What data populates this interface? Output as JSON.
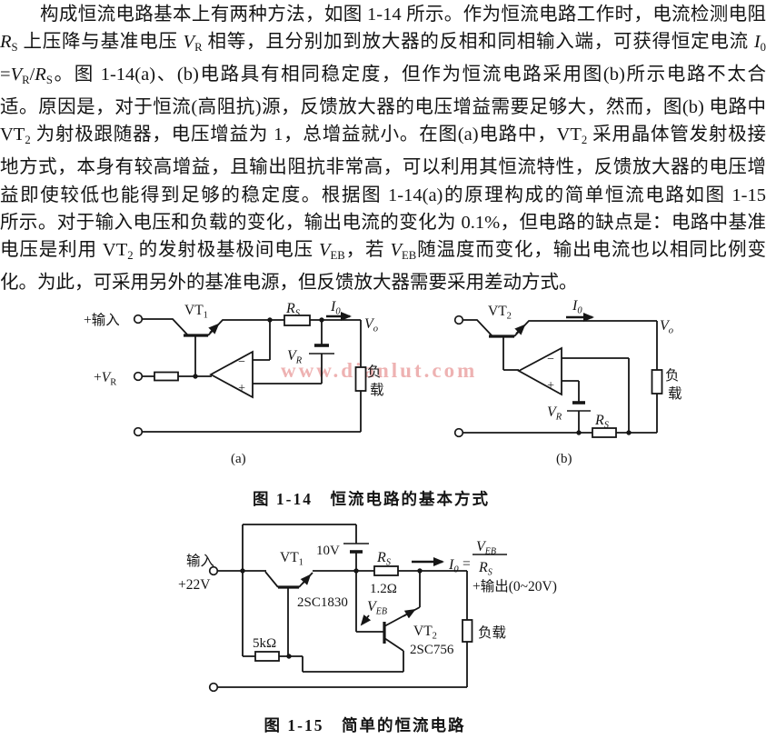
{
  "page": {
    "background": "#ffffff",
    "ink_color": "#161616",
    "watermark": "www.dianlut.com",
    "watermark_color": "#e58a8a"
  },
  "paragraph": {
    "lines": [
      [
        {
          "t": "构成恒流电路基本上有两种方法，如图 1-14 所示。作为恒流电路工作时，电流检测电阻"
        }
      ],
      [
        {
          "t": "R",
          "i": true
        },
        {
          "t": "S",
          "sub": true
        },
        {
          "t": " 上压降与基准电压 "
        },
        {
          "t": "V",
          "i": true
        },
        {
          "t": "R",
          "sub": true
        },
        {
          "t": " 相等，且分别加到放大器的反相和同相输入端，可获得恒定电流 "
        },
        {
          "t": "I",
          "i": true
        },
        {
          "t": "0",
          "sub": true
        }
      ],
      [
        {
          "t": "="
        },
        {
          "t": "V",
          "i": true
        },
        {
          "t": "R",
          "sub": true
        },
        {
          "t": "/"
        },
        {
          "t": "R",
          "i": true
        },
        {
          "t": "S",
          "sub": true
        },
        {
          "t": "。图 1-14(a)、(b)电路具有相同稳定度，但作为恒流电路采用图(b)所示电路不太合"
        }
      ],
      [
        {
          "t": "适。原因是，对于恒流(高阻抗)源，反馈放大器的电压增益需要足够大，然而，图(b) 电路中"
        }
      ],
      [
        {
          "t": "VT"
        },
        {
          "t": "2",
          "sub": true
        },
        {
          "t": " 为射极跟随器，电压增益为 1，总增益就小。在图(a)电路中，VT"
        },
        {
          "t": "2",
          "sub": true
        },
        {
          "t": " 采用晶体管发射极接"
        }
      ],
      [
        {
          "t": "地方式，本身有较高增益，且输出阻抗非常高，可以利用其恒流特性，反馈放大器的电压增"
        }
      ],
      [
        {
          "t": "益即使较低也能得到足够的稳定度。根据图 1-14(a)的原理构成的简单恒流电路如图 1-15"
        }
      ],
      [
        {
          "t": "所示。对于输入电压和负载的变化，输出电流的变化为 0.1%，但电路的缺点是：电路中基准"
        }
      ],
      [
        {
          "t": "电压是利用 VT"
        },
        {
          "t": "2",
          "sub": true
        },
        {
          "t": " 的发射极基极间电压 "
        },
        {
          "t": "V",
          "i": true
        },
        {
          "t": "EB",
          "sub": true
        },
        {
          "t": "，若 "
        },
        {
          "t": "V",
          "i": true
        },
        {
          "t": "EB",
          "sub": true
        },
        {
          "t": "随温度而变化，输出电流也以相同比例变"
        }
      ],
      [
        {
          "t": "化。为此，可采用另外的基准电源，但反馈放大器需要采用差动方式。"
        }
      ]
    ]
  },
  "fig14": {
    "caption": "图 1-14　恒流电路的基本方式",
    "a": {
      "tag": "(a)",
      "input_label": "+输入",
      "vr_input": {
        "prefix": "+",
        "main": "V",
        "sub": "R"
      },
      "vt": {
        "main": "VT",
        "sub": "1"
      },
      "rs": {
        "main": "R",
        "sub": "S"
      },
      "io": {
        "main": "I",
        "sub": "0"
      },
      "vo": {
        "main": "V",
        "sub": "o"
      },
      "vr_bat": {
        "main": "V",
        "sub": "R"
      },
      "opamp_minus": "−",
      "opamp_plus": "+",
      "load_char1": "负",
      "load_char2": "载"
    },
    "b": {
      "tag": "(b)",
      "vt": {
        "main": "VT",
        "sub": "2"
      },
      "io": {
        "main": "I",
        "sub": "0"
      },
      "vo": {
        "main": "V",
        "sub": "o"
      },
      "vr_bat": {
        "main": "V",
        "sub": "R"
      },
      "rs": {
        "main": "R",
        "sub": "S"
      },
      "opamp_minus": "−",
      "opamp_plus": "+",
      "load_char1": "负",
      "load_char2": "载"
    }
  },
  "fig15": {
    "caption": "图 1-15　简单的恒流电路",
    "input_label": "输入",
    "input_voltage": "+22V",
    "vt1": {
      "main": "VT",
      "sub": "1"
    },
    "vt1_part": "2SC1830",
    "battery": "10V",
    "rs": {
      "main": "R",
      "sub": "S"
    },
    "rs_value": "1.2Ω",
    "formula": {
      "io_main": "I",
      "io_sub": "0",
      "eq": "=",
      "num_main": "V",
      "num_sub": "EB",
      "den_main": "R",
      "den_sub": "S"
    },
    "output_label": "+输出(0~20V)",
    "veb": {
      "main": "V",
      "sub": "EB"
    },
    "vt2": {
      "main": "VT",
      "sub": "2"
    },
    "vt2_part": "2SC756",
    "r_base": "5kΩ",
    "load_label": "负载"
  }
}
